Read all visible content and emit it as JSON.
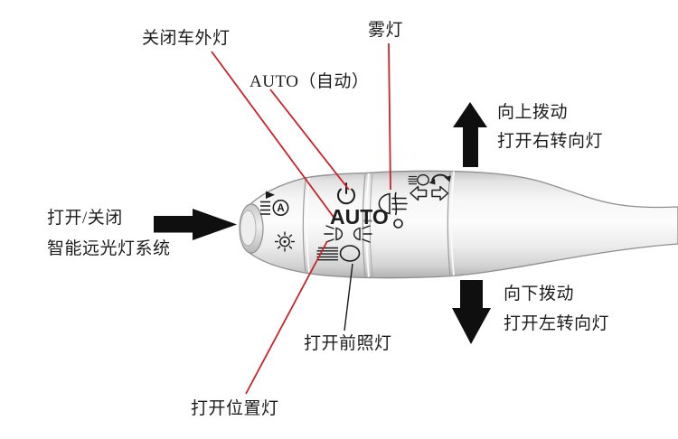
{
  "diagram": {
    "labels": {
      "close_exterior": "关闭车外灯",
      "auto_mode": "AUTO（自动）",
      "fog": "雾灯",
      "up_action": "向上拨动",
      "up_result": "打开右转向灯",
      "highbeam_line1": "打开/关闭",
      "highbeam_line2": "智能远光灯系统",
      "down_action": "向下拨动",
      "down_result": "打开左转向灯",
      "headlight_on": "打开前照灯",
      "position_on": "打开位置灯"
    },
    "stalk": {
      "auto_dial_text": "AUTO",
      "highbeam_assist_letter": "A"
    },
    "colors": {
      "leader_red": "#c8232b",
      "leader_black": "#1a1a1a",
      "arrow_black": "#0f0f0f",
      "icon_black": "#1a1a1a",
      "text_black": "#1c1c1c",
      "stalk_light": "#fbfbfb",
      "stalk_dark": "#aeaeae"
    },
    "icons": [
      "marker-triangle-icon",
      "smart-highbeam-icon",
      "brightness-sun-icon",
      "power-off-icon",
      "auto-dial-text",
      "position-light-icon",
      "low-beam-icon",
      "fog-light-icon",
      "indicator-dot-icon",
      "mini-low-beam-icon",
      "rotate-ring-icon",
      "turn-left-arrow-icon",
      "turn-right-arrow-icon",
      "up-arrow-icon",
      "down-arrow-icon",
      "highbeam-toggle-arrow-icon"
    ]
  }
}
